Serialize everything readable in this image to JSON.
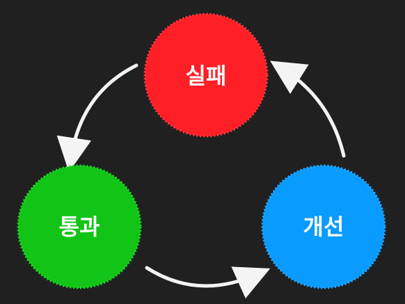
{
  "nodes": [
    {
      "id": "fail",
      "label": "실패",
      "color": "#ff1f27"
    },
    {
      "id": "pass",
      "label": "통과",
      "color": "#12c416"
    },
    {
      "id": "improve",
      "label": "개선",
      "color": "#0a9bff"
    }
  ],
  "flow": [
    "fail",
    "pass",
    "improve",
    "fail"
  ],
  "colors": {
    "background": "#1f1f1f",
    "arrow": "#f4f4f4",
    "label": "#ffffff"
  }
}
